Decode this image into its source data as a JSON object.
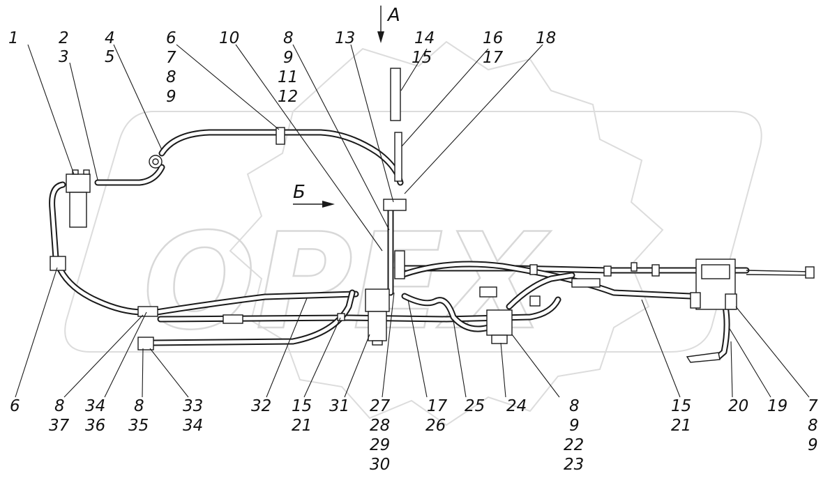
{
  "drawing": {
    "watermark": "OPEX",
    "view_labels": {
      "view_a": "A",
      "view_b": "Б"
    },
    "callouts_top": [
      {
        "id": "c1",
        "lines": [
          "1"
        ]
      },
      {
        "id": "c2",
        "lines": [
          "2",
          "3"
        ]
      },
      {
        "id": "c4",
        "lines": [
          "4",
          "5"
        ]
      },
      {
        "id": "c6",
        "lines": [
          "6",
          "7",
          "8",
          "9"
        ]
      },
      {
        "id": "c10",
        "lines": [
          "10"
        ]
      },
      {
        "id": "c8a",
        "lines": [
          "8",
          "9",
          "11",
          "12"
        ]
      },
      {
        "id": "c13",
        "lines": [
          "13"
        ]
      },
      {
        "id": "c14",
        "lines": [
          "14",
          "15"
        ]
      },
      {
        "id": "c16",
        "lines": [
          "16",
          "17"
        ]
      },
      {
        "id": "c18",
        "lines": [
          "18"
        ]
      }
    ],
    "callouts_bottom": [
      {
        "id": "b6",
        "lines": [
          "6"
        ]
      },
      {
        "id": "b8a",
        "lines": [
          "8",
          "37"
        ]
      },
      {
        "id": "b34",
        "lines": [
          "34",
          "36"
        ]
      },
      {
        "id": "b8b",
        "lines": [
          "8",
          "35"
        ]
      },
      {
        "id": "b33",
        "lines": [
          "33",
          "34"
        ]
      },
      {
        "id": "b32",
        "lines": [
          "32"
        ]
      },
      {
        "id": "b15a",
        "lines": [
          "15",
          "21"
        ]
      },
      {
        "id": "b31",
        "lines": [
          "31"
        ]
      },
      {
        "id": "b27",
        "lines": [
          "27",
          "28",
          "29",
          "30"
        ]
      },
      {
        "id": "b17",
        "lines": [
          "17",
          "26"
        ]
      },
      {
        "id": "b25",
        "lines": [
          "25"
        ]
      },
      {
        "id": "b24",
        "lines": [
          "24"
        ]
      },
      {
        "id": "b8c",
        "lines": [
          "8",
          "9",
          "22",
          "23"
        ]
      },
      {
        "id": "b15b",
        "lines": [
          "15",
          "21"
        ]
      },
      {
        "id": "b20",
        "lines": [
          "20"
        ]
      },
      {
        "id": "b19",
        "lines": [
          "19"
        ]
      },
      {
        "id": "b7",
        "lines": [
          "7",
          "8",
          "9"
        ]
      }
    ]
  }
}
